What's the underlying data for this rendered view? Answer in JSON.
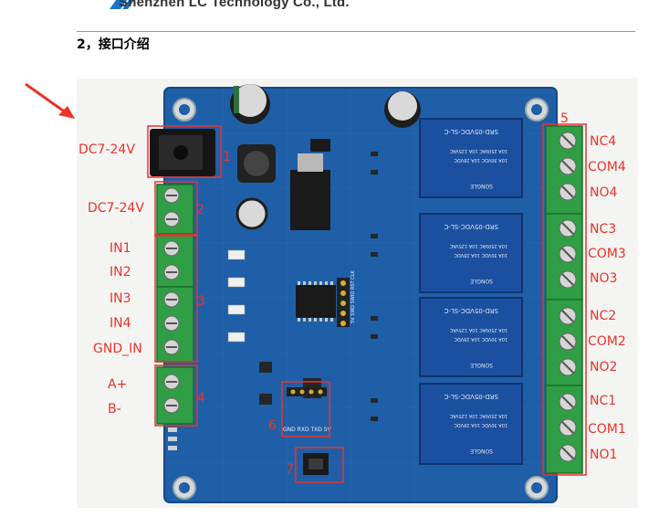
{
  "header": {
    "company": "Shenzhen LC Technology Co., Ltd."
  },
  "section": {
    "title": "2，接口介绍"
  },
  "labels_left": {
    "dc_jack": "DC7-24V",
    "dc_terminal": "DC7-24V",
    "in1": "IN1",
    "in2": "IN2",
    "in3": "IN3",
    "in4": "IN4",
    "gnd_in": "GND_IN",
    "a_plus": "A+",
    "b_minus": "B-"
  },
  "labels_right": {
    "nc4": "NC4",
    "com4": "COM4",
    "no4": "NO4",
    "nc3": "NC3",
    "com3": "COM3",
    "no3": "NO3",
    "nc2": "NC2",
    "com2": "COM2",
    "no2": "NO2",
    "nc1": "NC1",
    "com1": "COM1",
    "no1": "NO1"
  },
  "numbers": {
    "n1": "1",
    "n2": "2",
    "n3": "3",
    "n4": "4",
    "n5": "5",
    "n6": "6",
    "n7": "7"
  },
  "board": {
    "relay_model": "SRD-05VDC-SL-C",
    "relay_rating_1": "10A 250VAC 10A 125VAC",
    "relay_rating_2": "10A 30VDC 10A 28VDC",
    "relay_brand": "SONGLE",
    "uart_header": "GND RXD TXD 5V",
    "prog_header": "5V SWD SWIO RST CLK"
  },
  "colors": {
    "pcb": "#1f5fa8",
    "terminal": "#2f9e44",
    "relay": "#1b4fa0",
    "annotation": "#e8332a"
  }
}
